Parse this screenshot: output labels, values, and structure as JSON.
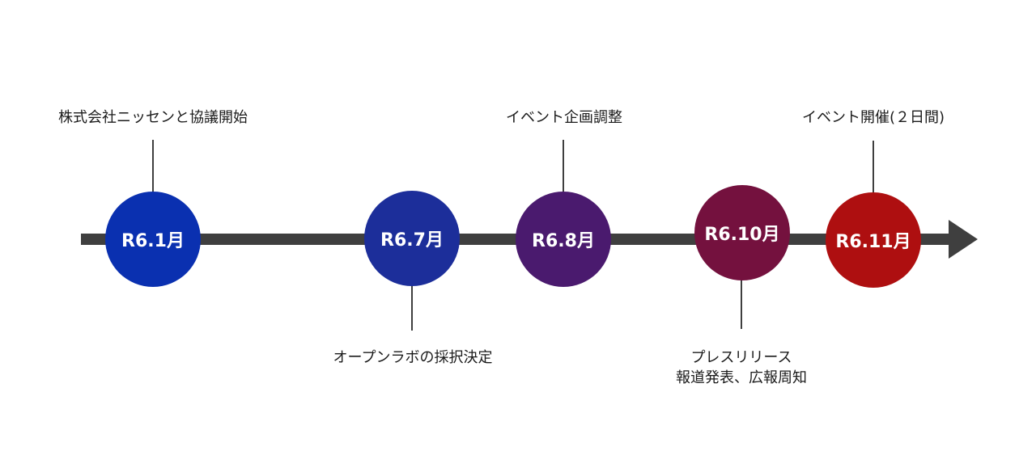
{
  "timeline": {
    "milestones": [
      {
        "label": "R6.1月",
        "color": "#0a30b0",
        "caption_lines": [
          "株式会社ニッセンと協議開始"
        ],
        "caption_position": "above"
      },
      {
        "label": "R6.7月",
        "color": "#1c2e9a",
        "caption_lines": [
          "オープンラボの採択決定"
        ],
        "caption_position": "below"
      },
      {
        "label": "R6.8月",
        "color": "#4a1a6e",
        "caption_lines": [
          "イベント企画調整"
        ],
        "caption_position": "above"
      },
      {
        "label": "R6.10月",
        "color": "#74113e",
        "caption_lines": [
          "プレスリリース",
          "報道発表、広報周知"
        ],
        "caption_position": "below"
      },
      {
        "label": "R6.11月",
        "color": "#ae0f10",
        "caption_lines": [
          "イベント開催(２日間)"
        ],
        "caption_position": "above"
      }
    ],
    "axis_color": "#3f3f3f"
  }
}
